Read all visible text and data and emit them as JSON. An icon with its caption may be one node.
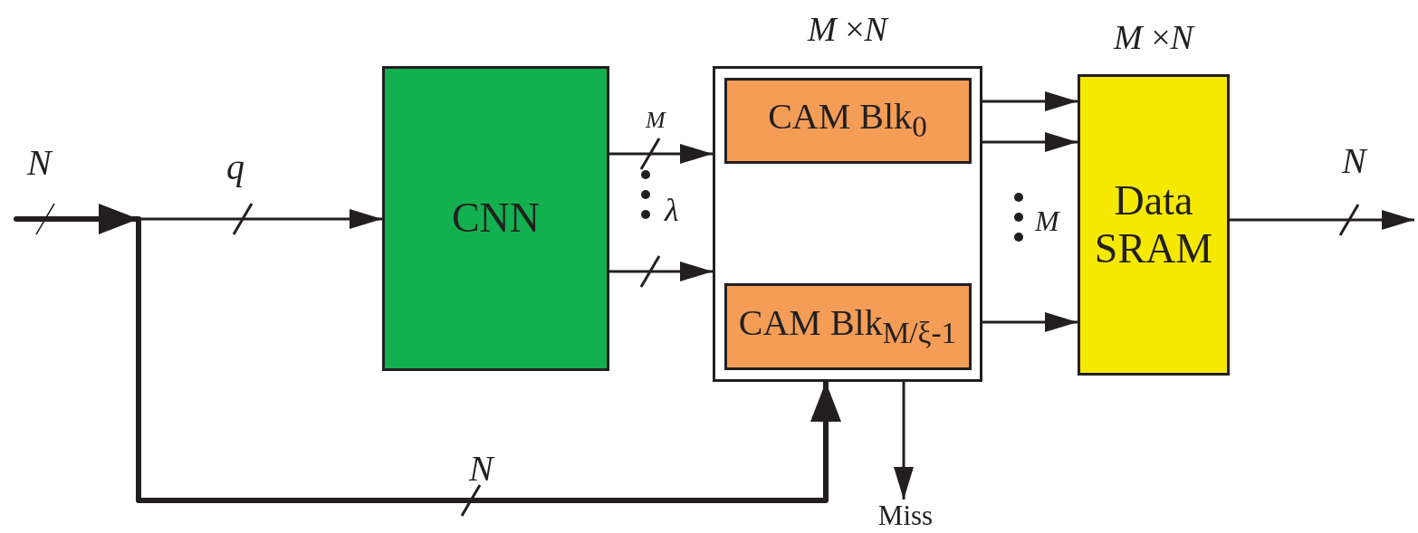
{
  "diagram": {
    "nodes": [
      {
        "text": [
          "CNN"
        ]
      },
      {
        "text": [
          "*M* ×*N*"
        ]
      },
      {
        "text": [
          "CAM Blk$_{0}$"
        ],
        "in": 1
      },
      {
        "text": [
          "CAM Blk$_{M/ξ-1}$"
        ],
        "in": 1
      },
      {
        "text": [
          "*M* ×*N*",
          "Data SRAM"
        ]
      },
      {
        "text": [
          "Miss"
        ]
      }
    ],
    "edges": [
      {
        "from": null,
        "to": 0,
        "arrow": "to",
        "label": "q"
      },
      {
        "from": null,
        "to": 1,
        "arrow": "to",
        "label": "N",
        "style": "thick"
      },
      {
        "from": 0,
        "to": 1,
        "arrow": "to",
        "label": "M"
      },
      {
        "from": 0,
        "to": 1,
        "arrow": "to"
      },
      {
        "from": 1,
        "to": 4,
        "arrow": "to"
      },
      {
        "from": 1,
        "to": 4,
        "arrow": "to"
      },
      {
        "from": 1,
        "to": 4,
        "arrow": "to"
      },
      {
        "from": 1,
        "to": 5,
        "arrow": "to"
      },
      {
        "from": 4,
        "to": null,
        "arrow": "to",
        "label": "N"
      }
    ],
    "labels": [
      "N",
      "λ",
      "M"
    ]
  }
}
